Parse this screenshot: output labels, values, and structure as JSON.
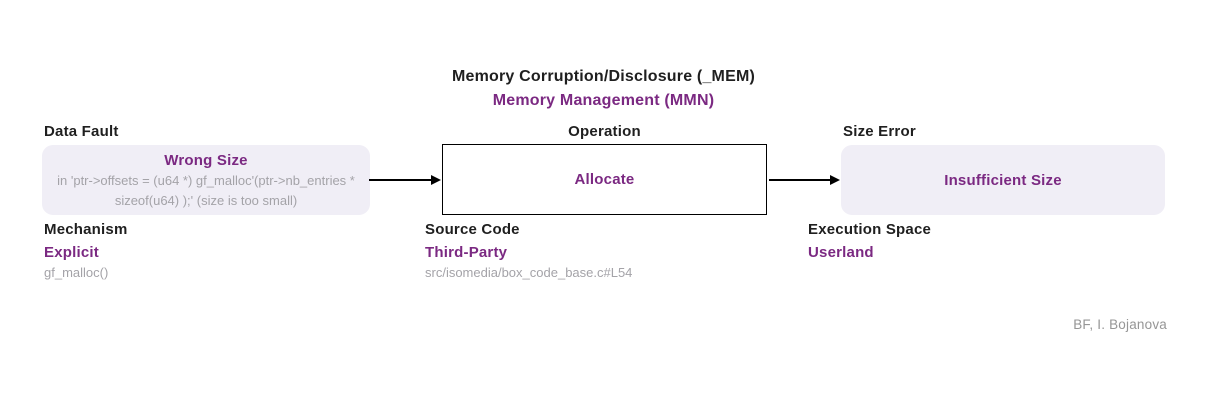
{
  "title": "Memory Corruption/Disclosure (_MEM)",
  "subtitle": "Memory Management (MMN)",
  "colors": {
    "accent_purple": "#7b2982",
    "muted_gray": "#a4a3a8",
    "node_fill_lavender": "#f0eef6",
    "node_border_black": "#000000",
    "text_black": "#1f1f1f",
    "footer_gray": "#969696"
  },
  "flow": {
    "fault": {
      "label": "Data Fault",
      "value": "Wrong Size",
      "detail": "in 'ptr->offsets = (u64 *) gf_malloc'(ptr->nb_entries * sizeof(u64) );' (size is too small)"
    },
    "operation": {
      "label": "Operation",
      "value": "Allocate"
    },
    "error": {
      "label": "Size Error",
      "value": "Insufficient Size"
    }
  },
  "attributes": {
    "mechanism": {
      "label": "Mechanism",
      "value": "Explicit",
      "detail": "gf_malloc()"
    },
    "source_code": {
      "label": "Source Code",
      "value": "Third-Party",
      "detail": "src/isomedia/box_code_base.c#L54"
    },
    "execution_space": {
      "label": "Execution Space",
      "value": "Userland"
    }
  },
  "footer": "BF, I. Bojanova"
}
